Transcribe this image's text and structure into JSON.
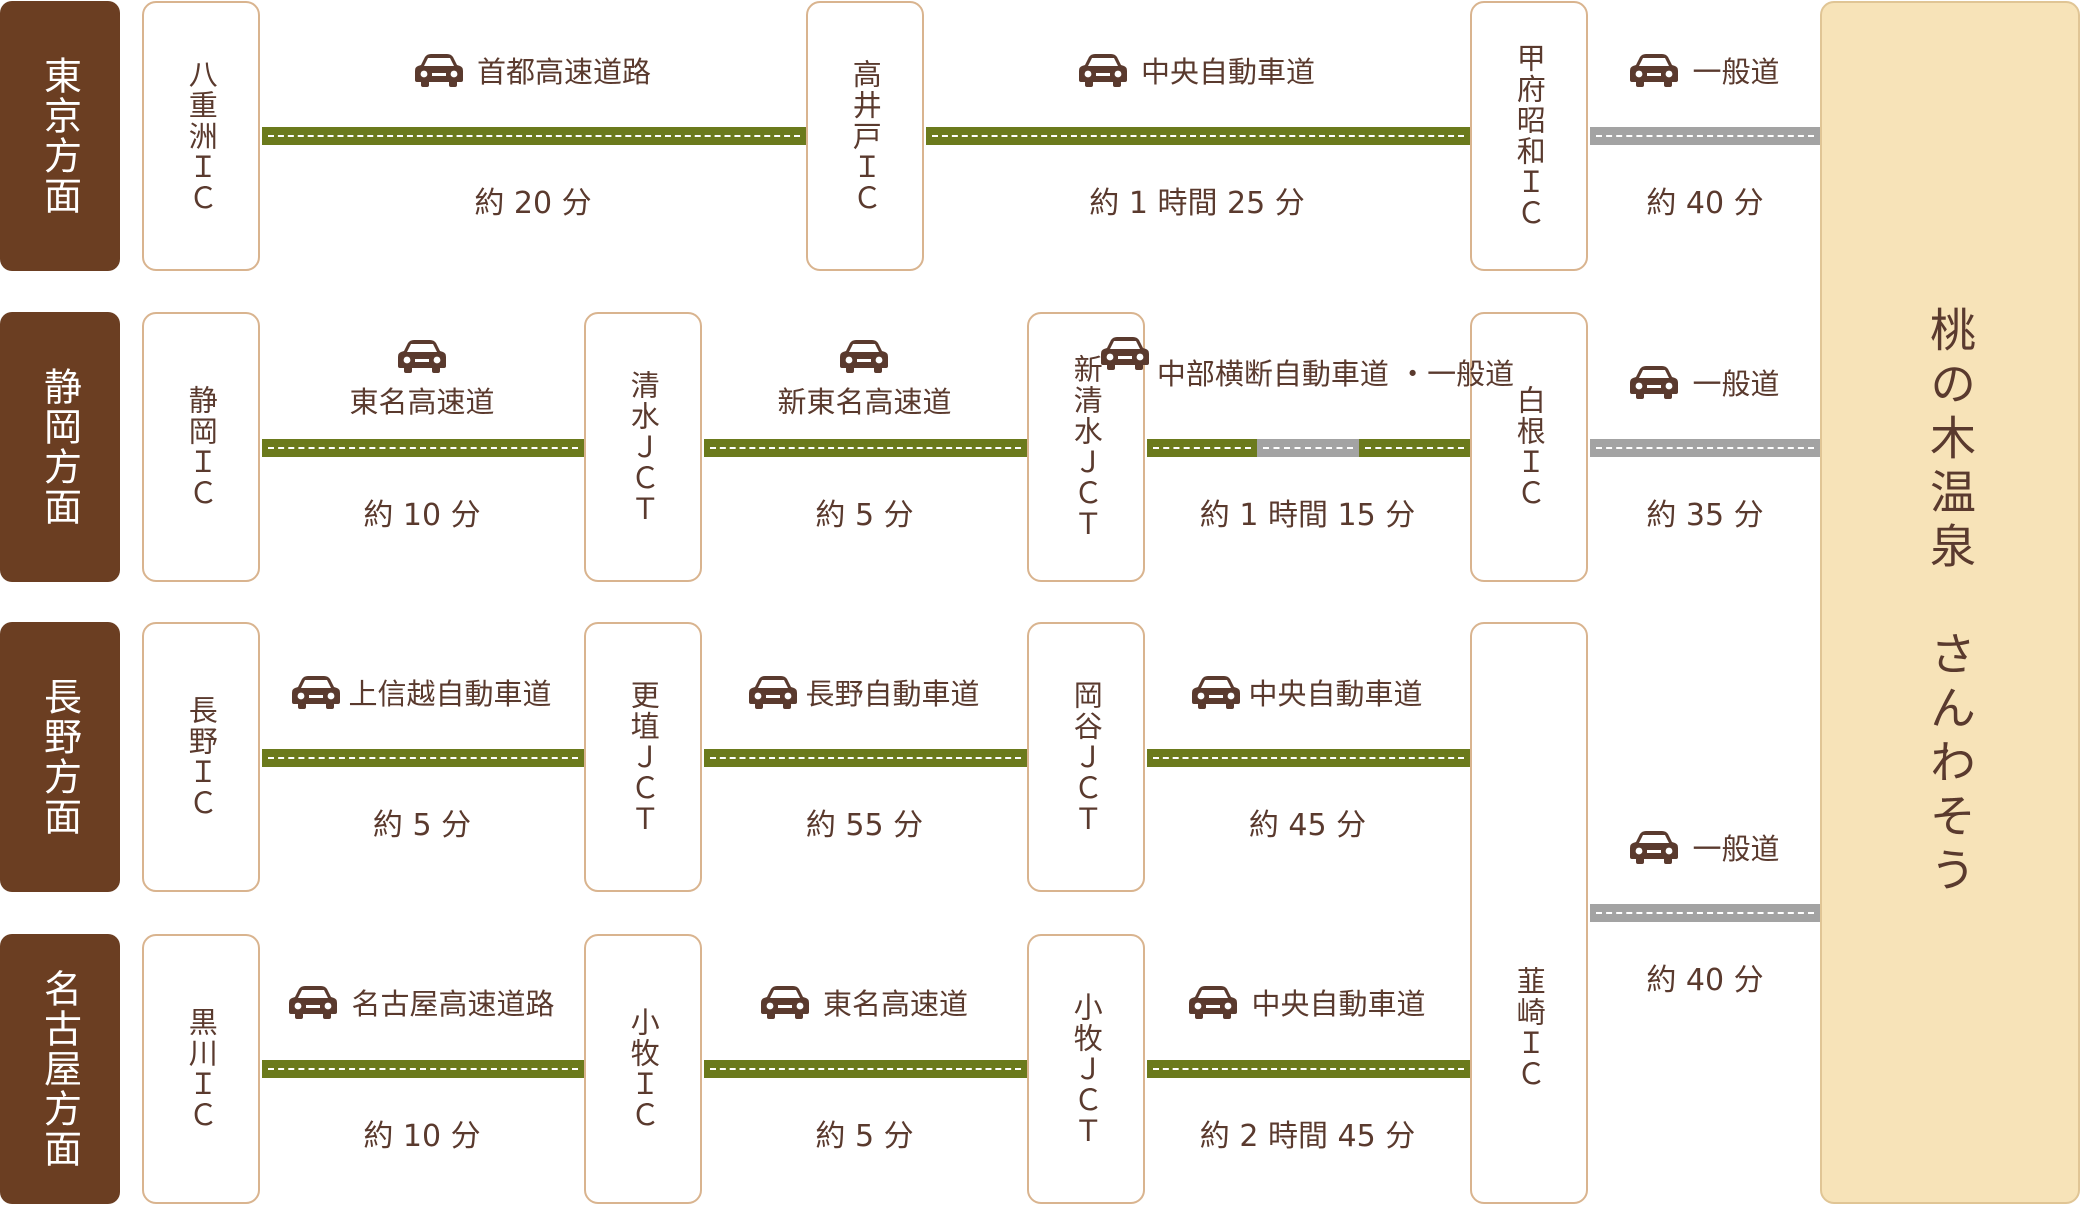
{
  "destination": "桃の木温泉　さんわそう",
  "rows": [
    {
      "region": "東京方面",
      "nodes": [
        "八重洲ＩＣ",
        "高井戸ＩＣ",
        "甲府昭和ＩＣ"
      ],
      "segments": [
        {
          "road": "首都高速道路",
          "time": "約 20 分"
        },
        {
          "road": "中央自動車道",
          "time": "約 1 時間 25 分"
        },
        {
          "road": "一般道",
          "time": "約 40 分"
        }
      ]
    },
    {
      "region": "静岡方面",
      "nodes": [
        "静岡ＩＣ",
        "清水ＪＣＴ",
        "新清水ＪＣＴ",
        "白根ＩＣ"
      ],
      "segments": [
        {
          "road": "東名高速道",
          "time": "約 10 分"
        },
        {
          "road": "新東名高速道",
          "time": "約 5 分"
        },
        {
          "road_line1": "中部横断自動車道",
          "road_line2": "・一般道",
          "time": "約 1 時間 15 分"
        },
        {
          "road": "一般道",
          "time": "約 35 分"
        }
      ]
    },
    {
      "region": "長野方面",
      "nodes": [
        "長野ＩＣ",
        "更埴ＪＣＴ",
        "岡谷ＪＣＴ"
      ],
      "segments": [
        {
          "road": "上信越自動車道",
          "time": "約 5 分"
        },
        {
          "road": "長野自動車道",
          "time": "約 55 分"
        },
        {
          "road": "中央自動車道",
          "time": "約 45 分"
        }
      ]
    },
    {
      "region": "名古屋方面",
      "nodes": [
        "黒川ＩＣ",
        "小牧ＩＣ",
        "小牧ＪＣＴ"
      ],
      "segments": [
        {
          "road": "名古屋高速道路",
          "time": "約 10 分"
        },
        {
          "road": "東名高速道",
          "time": "約 5 分"
        },
        {
          "road": "中央自動車道",
          "time": "約 2 時間 45 分"
        }
      ]
    }
  ],
  "shared": {
    "node": "韮崎ＩＣ",
    "segment": {
      "road": "一般道",
      "time": "約 40 分"
    }
  },
  "colors": {
    "region_bg": "#6b3e22",
    "expressway": "#6b7a1c",
    "general_road": "#a3a3a3",
    "destination_bg": "#f7e3b8",
    "node_border": "#d9b48f"
  }
}
